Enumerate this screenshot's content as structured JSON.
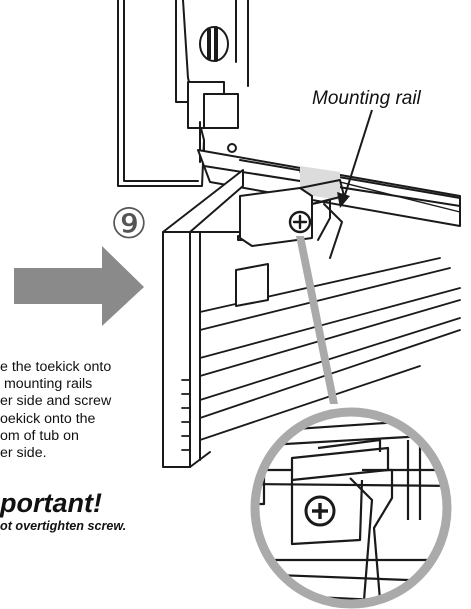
{
  "step": {
    "number": "⑨"
  },
  "callout": {
    "label": "Mounting rail"
  },
  "instructions": {
    "text": "e the toekick onto\n mounting rails\ner side and screw\noekick onto the\nom of tub on\ner side."
  },
  "important": {
    "heading": "portant!",
    "note": "ot overtighten screw."
  },
  "colors": {
    "arrow": "#8a8a8a",
    "connector": "#aaaaaa",
    "line": "#1a1a1a",
    "panel_shadow": "#dcdcdc"
  },
  "icons": [
    "arrow-right-icon",
    "phillips-screw-icon",
    "screwdriver-slot-icon"
  ]
}
